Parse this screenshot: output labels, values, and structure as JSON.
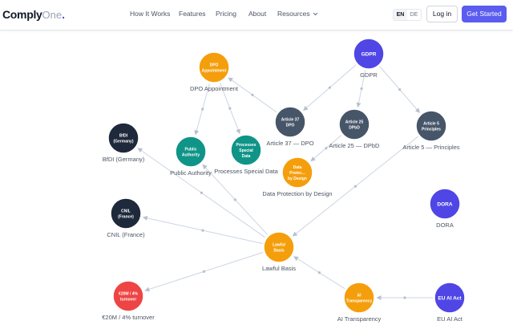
{
  "header": {
    "logo_main": "Comply",
    "logo_sub": "One",
    "logo_dot": ".",
    "nav": [
      "How It Works",
      "Features",
      "Pricing",
      "About",
      "Resources"
    ],
    "languages": [
      "EN",
      "DE"
    ],
    "active_language": "EN",
    "login_label": "Log in",
    "cta_label": "Get Started"
  },
  "colors": {
    "regulation": "#4f46e5",
    "article": "#475569",
    "concept": "#f59e0b",
    "authority": "#1e293b",
    "topic": "#0f9488",
    "penalty": "#ef4444",
    "edge": "#cbd5e1",
    "accent": "#5b5cf0"
  },
  "graph": {
    "nodes": [
      {
        "id": "dpo",
        "text": "DPO Appointment",
        "label": "DPO Appointment",
        "color": "concept"
      },
      {
        "id": "gdpr",
        "text": "GDPR",
        "label": "GDPR",
        "color": "regulation"
      },
      {
        "id": "art37",
        "text": "Article 37 DPO",
        "label": "Article 37 — DPO",
        "color": "article"
      },
      {
        "id": "art25",
        "text": "Article 25 DPbD",
        "label": "Article 25 — DPbD",
        "color": "article"
      },
      {
        "id": "art5",
        "text": "Article 5 Principles",
        "label": "Article 5 — Principles",
        "color": "article"
      },
      {
        "id": "bfdi",
        "text": "BfDI (Germany)",
        "label": "BfDI (Germany)",
        "color": "authority"
      },
      {
        "id": "pubauth",
        "text": "Public Authority",
        "label": "Public Authority",
        "color": "topic"
      },
      {
        "id": "psd",
        "text": "Processes Special Data",
        "label": "Processes Special Data",
        "color": "topic"
      },
      {
        "id": "dpbd",
        "text": "Data Protec... by Design",
        "label": "Data Protection by Design",
        "color": "concept"
      },
      {
        "id": "dora",
        "text": "DORA",
        "label": "DORA",
        "color": "regulation"
      },
      {
        "id": "cnil",
        "text": "CNIL (France)",
        "label": "CNIL (France)",
        "color": "authority"
      },
      {
        "id": "lawful",
        "text": "Lawful Basis",
        "label": "Lawful Basis",
        "color": "concept"
      },
      {
        "id": "fine",
        "text": "€20M / 4% turnover",
        "label": "€20M / 4% turnover",
        "color": "penalty"
      },
      {
        "id": "aitrans",
        "text": "AI Transparency",
        "label": "AI Transparency",
        "color": "concept"
      },
      {
        "id": "euai",
        "text": "EU AI Act",
        "label": "EU AI Act",
        "color": "regulation"
      }
    ],
    "edges": [
      [
        "gdpr",
        "art37"
      ],
      [
        "gdpr",
        "art25"
      ],
      [
        "gdpr",
        "art5"
      ],
      [
        "art37",
        "dpo"
      ],
      [
        "dpo",
        "pubauth"
      ],
      [
        "dpo",
        "psd"
      ],
      [
        "art25",
        "dpbd"
      ],
      [
        "art5",
        "lawful"
      ],
      [
        "lawful",
        "pubauth"
      ],
      [
        "lawful",
        "cnil"
      ],
      [
        "lawful",
        "fine"
      ],
      [
        "lawful",
        "bfdi"
      ],
      [
        "aitrans",
        "lawful"
      ],
      [
        "euai",
        "aitrans"
      ]
    ]
  }
}
